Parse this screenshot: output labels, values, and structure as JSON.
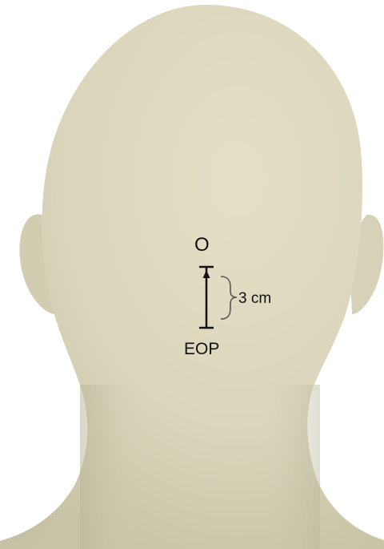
{
  "colors": {
    "skin": "#ddd8be",
    "skin_shadow": "#bdb79c",
    "background": "#ffffff",
    "ink": "#111111"
  },
  "labels": {
    "upper_point": "O",
    "distance": "3 cm",
    "lower_point": "EOP"
  }
}
